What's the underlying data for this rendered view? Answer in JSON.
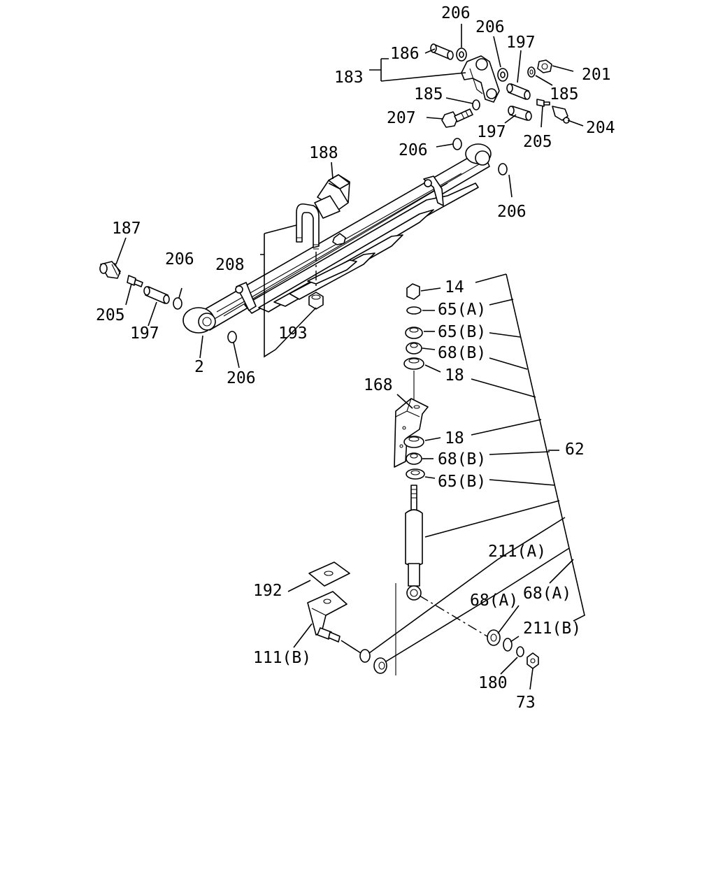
{
  "labels": {
    "p206_a": "206",
    "p206_b": "206",
    "p186": "186",
    "p183": "183",
    "p197_a": "197",
    "p201": "201",
    "p185_a": "185",
    "p185_b": "185",
    "p207": "207",
    "p197_b": "197",
    "p204": "204",
    "p205_a": "205",
    "p206_c": "206",
    "p188": "188",
    "p206_d": "206",
    "p187": "187",
    "p206_e": "206",
    "p208": "208",
    "p205_b": "205",
    "p197_c": "197",
    "p193": "193",
    "p2": "2",
    "p206_f": "206",
    "p14": "14",
    "p65a": "65(A)",
    "p65b_1": "65(B)",
    "p68b_1": "68(B)",
    "p18_1": "18",
    "p168": "168",
    "p18_2": "18",
    "p62": "62",
    "p68b_2": "68(B)",
    "p65b_2": "65(B)",
    "p211a": "211(A)",
    "p192": "192",
    "p68a_1": "68(A)",
    "p68a_2": "68(A)",
    "p211b": "211(B)",
    "p111b": "111(B)",
    "p180": "180",
    "p73": "73"
  }
}
